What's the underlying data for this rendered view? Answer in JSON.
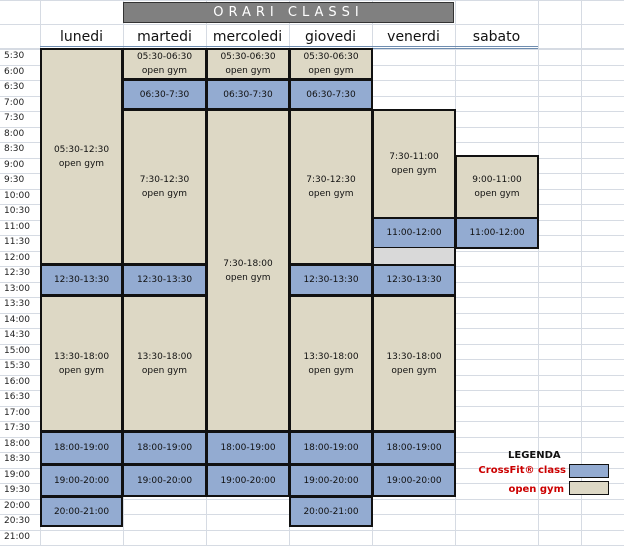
{
  "title": "ORARI CLASSI",
  "days": [
    "lunedi",
    "martedi",
    "mercoledi",
    "giovedi",
    "venerdi",
    "sabato"
  ],
  "times": [
    "5:30",
    "6:00",
    "6:30",
    "7:00",
    "7:30",
    "8:00",
    "8:30",
    "9:00",
    "9:30",
    "10:00",
    "10:30",
    "11:00",
    "11:30",
    "12:00",
    "12:30",
    "13:00",
    "13:30",
    "14:00",
    "14:30",
    "15:00",
    "15:30",
    "16:00",
    "16:30",
    "17:00",
    "17:30",
    "18:00",
    "18:30",
    "19:00",
    "19:30",
    "20:00",
    "20:30",
    "21:00"
  ],
  "blocks": {
    "mon_og1_time": "05:30-12:30",
    "mon_og1_label": "open gym",
    "mon_cf1": "12:30-13:30",
    "mon_og2_time": "13:30-18:00",
    "mon_og2_label": "open gym",
    "mon_cf2": "18:00-19:00",
    "mon_cf3": "19:00-20:00",
    "mon_cf4": "20:00-21:00",
    "tue_og1_time": "05:30-06:30",
    "tue_og1_label": "open gym",
    "tue_cf1": "06:30-7:30",
    "tue_og2_time": "7:30-12:30",
    "tue_og2_label": "open gym",
    "tue_cf2": "12:30-13:30",
    "tue_og3_time": "13:30-18:00",
    "tue_og3_label": "open gym",
    "tue_cf3": "18:00-19:00",
    "tue_cf4": "19:00-20:00",
    "wed_og1_time": "05:30-06:30",
    "wed_og1_label": "open gym",
    "wed_cf1": "06:30-7:30",
    "wed_og2_time": "7:30-18:00",
    "wed_og2_label": "open gym",
    "wed_cf2": "18:00-19:00",
    "wed_cf3": "19:00-20:00",
    "thu_og1_time": "05:30-06:30",
    "thu_og1_label": "open gym",
    "thu_cf1": "06:30-7:30",
    "thu_og2_time": "7:30-12:30",
    "thu_og2_label": "open gym",
    "thu_cf2": "12:30-13:30",
    "thu_og3_time": "13:30-18:00",
    "thu_og3_label": "open gym",
    "thu_cf3": "18:00-19:00",
    "thu_cf4": "19:00-20:00",
    "thu_cf5": "20:00-21:00",
    "fri_og1_time": "7:30-11:00",
    "fri_og1_label": "open gym",
    "fri_cf1": "11:00-12:00",
    "fri_cf2": "12:30-13:30",
    "fri_og2_time": "13:30-18:00",
    "fri_og2_label": "open gym",
    "fri_cf3": "18:00-19:00",
    "fri_cf4": "19:00-20:00",
    "sat_og1_time": "9:00-11:00",
    "sat_og1_label": "open gym",
    "sat_cf1": "11:00-12:00"
  },
  "legend": {
    "title": "LEGENDA",
    "crossfit_label": "CrossFit® class",
    "opengym_label": "open gym"
  },
  "colors": {
    "crossfit": "#93abd1",
    "open_gym": "#ddd8c5",
    "title_bar": "#808080",
    "legend_text": "#cc0000"
  }
}
